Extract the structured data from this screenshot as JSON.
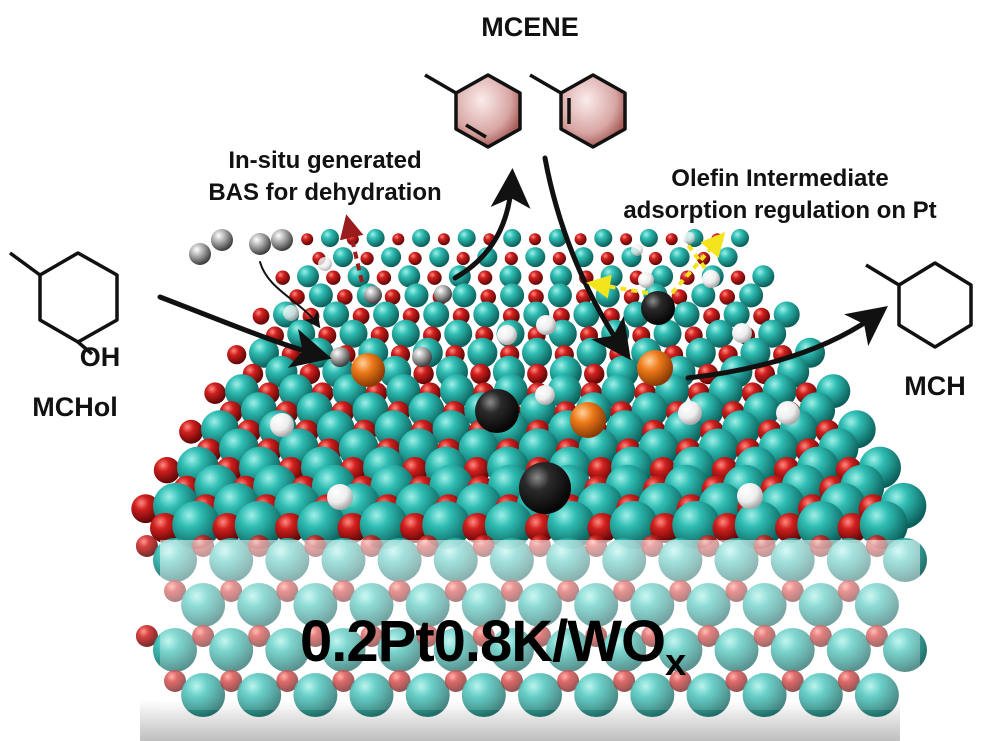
{
  "labels": {
    "mcene": "MCENE",
    "bas_line1": "In-situ generated",
    "bas_line2": "BAS for dehydration",
    "olefin_line1": "Olefin Intermediate",
    "olefin_line2": "adsorption regulation on Pt",
    "hydroxyl": "OH",
    "mchol": "MCHol",
    "mch": "MCH",
    "catalyst_main": "0.2Pt0.8K/WO",
    "catalyst_sub": "x"
  },
  "colors": {
    "w_atom": "#1aa39a",
    "o_atom": "#c01414",
    "k_atom": "#e8761a",
    "pt_atom": "#222222",
    "h_atom": "#f2f2f2",
    "bas_arrow": "#9b1c1c",
    "olefin_arrow": "#f3e41c",
    "ring_fill": "#c98a87",
    "text": "#111111"
  },
  "icons": {
    "molecule_mchol": "methylcyclohexanol-structure",
    "molecule_mcene": "methylcyclohexene-structures",
    "molecule_mch": "methylcyclohexane-structure",
    "surface": "tungsten-oxide-lattice",
    "hydrogen": "h2-molecule"
  }
}
